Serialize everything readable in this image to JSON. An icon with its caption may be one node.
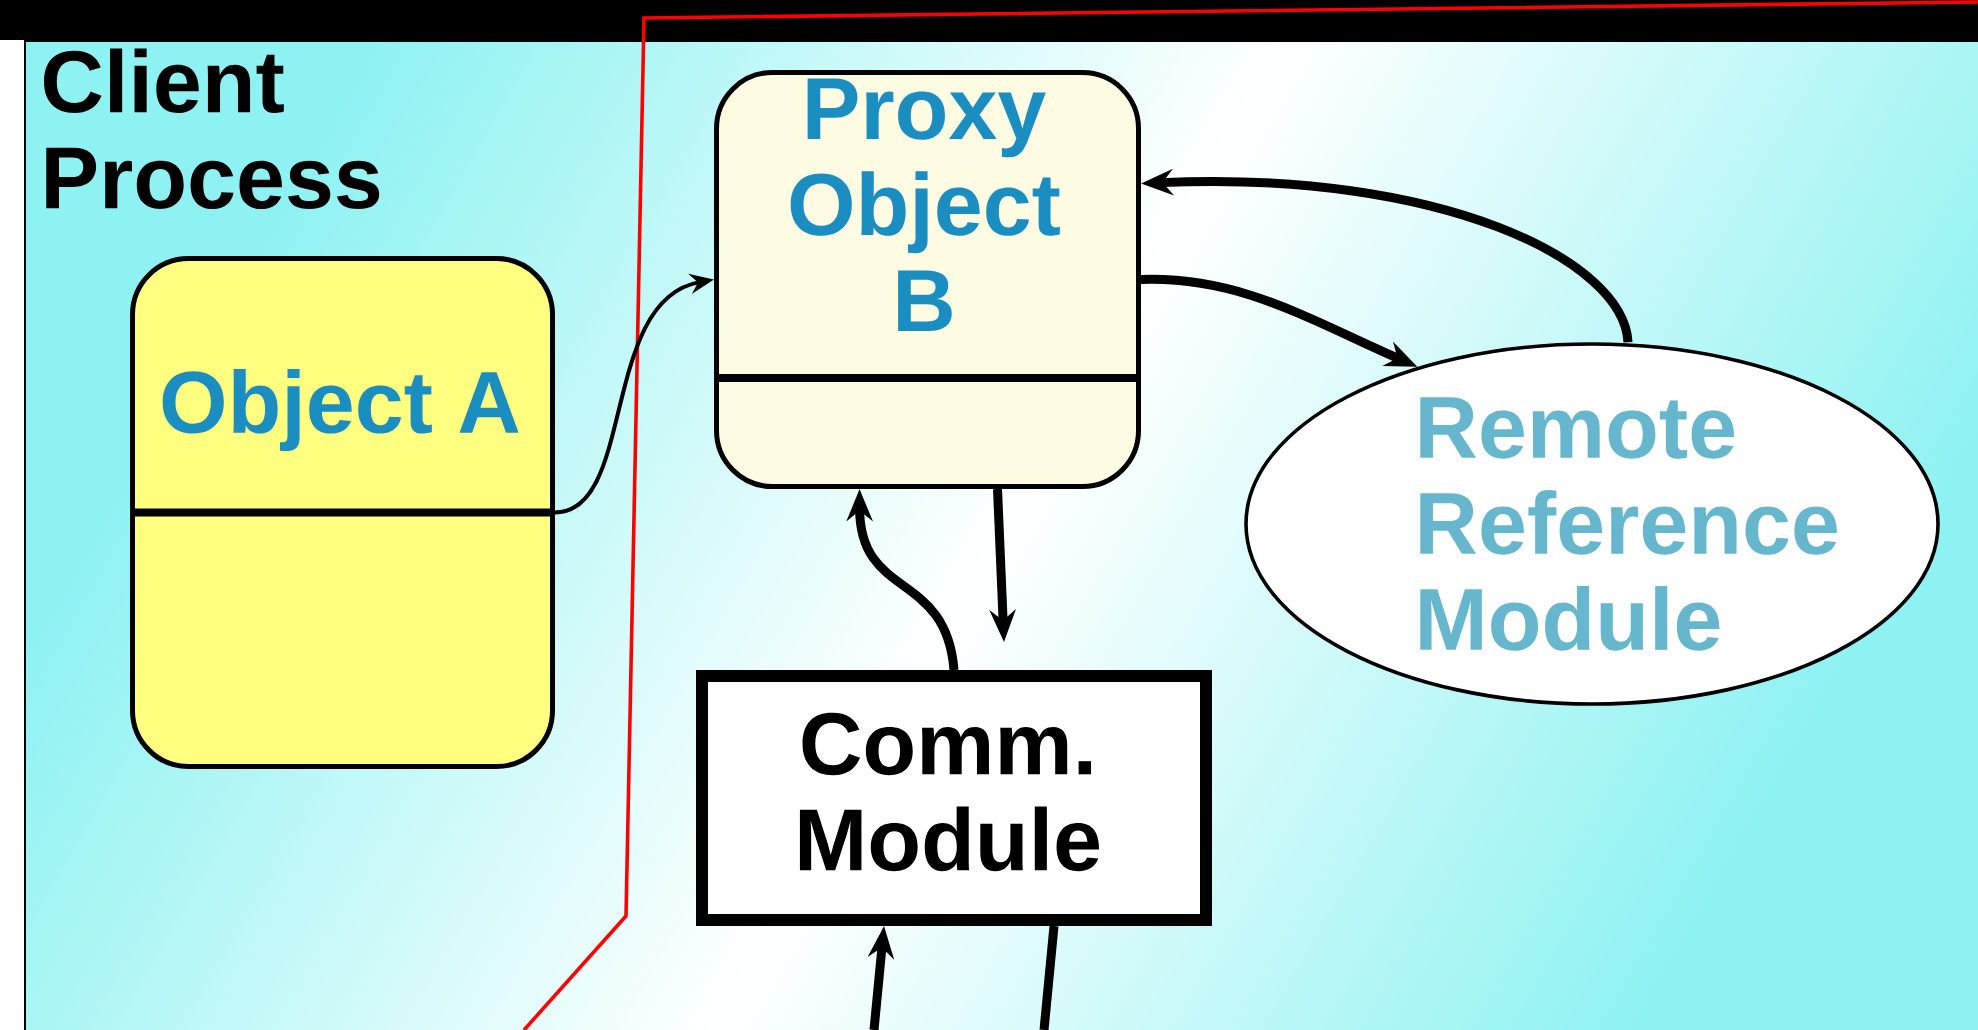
{
  "diagram": {
    "nodes": [
      {
        "text": [
          "Client Process"
        ]
      },
      {
        "text": [
          "Object A"
        ],
        "in": 0
      },
      {
        "text": [
          "Proxy Object B"
        ],
        "in": 0
      },
      {
        "text": [
          "Remote Reference Module"
        ],
        "in": 0
      },
      {
        "text": [
          "Comm. Module"
        ],
        "in": 0
      }
    ],
    "edges": [
      {
        "from": 1,
        "to": 2,
        "arrow": "to"
      },
      {
        "from": 3,
        "to": 2,
        "arrow": "to"
      },
      {
        "from": 2,
        "to": 3,
        "arrow": "to"
      },
      {
        "from": 4,
        "to": 2,
        "arrow": "to"
      },
      {
        "from": 2,
        "to": 4,
        "arrow": "to"
      },
      {
        "from": null,
        "to": 4,
        "arrow": "to"
      },
      {
        "from": 4,
        "to": null,
        "arrow": "none"
      }
    ]
  }
}
